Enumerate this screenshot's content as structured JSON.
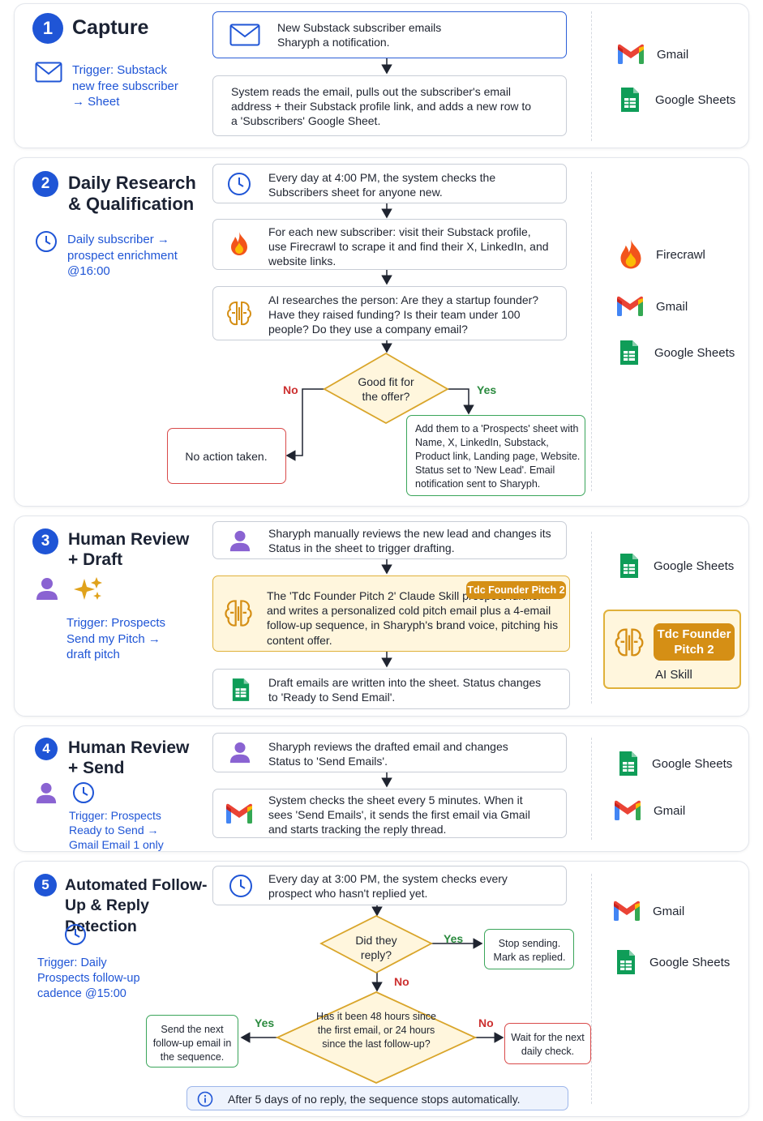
{
  "steps": {
    "s1": {
      "number": "1",
      "title": "Capture",
      "trigger": "Trigger: Substack new free subscriber → Sheet",
      "box1": "New Substack subscriber emails Sharyph a notification.",
      "box2": "System reads the email, pulls out the subscriber's email address + their Substack profile link, and adds a new row to a 'Subscribers' Google Sheet.",
      "tools": [
        "Gmail",
        "Google Sheets"
      ]
    },
    "s2": {
      "number": "2",
      "title": "Daily Research & Qualification",
      "trigger": "Daily subscriber → prospect enrichment @16:00",
      "box1": "Every day at 4:00 PM, the system checks the Subscribers sheet for anyone new.",
      "box2": "For each new subscriber: visit their Substack profile, use Firecrawl to scrape it and find their X, LinkedIn, and website links.",
      "box3": "AI researches the person: Are they a startup founder? Have they raised funding? Is their team under 100 people? Do they use a company email?",
      "decision": "Good fit for the offer?",
      "no_label": "No",
      "yes_label": "Yes",
      "no_box": "No action taken.",
      "yes_box": "Add them to a 'Prospects' sheet with Name, X, LinkedIn, Substack, Product link, Landing page, Website. Status set to 'New Lead'. Email notification sent to Sharyph.",
      "tools": [
        "Firecrawl",
        "Gmail",
        "Google Sheets"
      ]
    },
    "s3": {
      "number": "3",
      "title": "Human Review + Draft",
      "trigger": "Trigger: Prospects Send my Pitch → draft pitch",
      "box1": "Sharyph manually reviews the new lead and changes its Status in the sheet to trigger drafting.",
      "box2": "The 'Tdc Founder Pitch 2' Claude Skill prospect further and writes a personalized cold pitch email plus a 4-email follow-up sequence, in Sharyph's brand voice, pitching his content offer.",
      "badge": "Tdc Founder Pitch 2",
      "box3": "Draft emails are written into the sheet. Status changes to 'Ready to Send Email'.",
      "tools": [
        "Google Sheets"
      ],
      "skill_badge": "Tdc Founder Pitch 2",
      "skill_label": "AI Skill"
    },
    "s4": {
      "number": "4",
      "title": "Human Review + Send",
      "trigger": "Trigger: Prospects Ready to Send → Gmail Email 1 only",
      "box1": "Sharyph reviews the drafted email and changes Status to 'Send Emails'.",
      "box2": "System checks the sheet every 5 minutes. When it sees 'Send Emails', it sends the first email via Gmail and starts tracking the reply thread.",
      "tools": [
        "Google Sheets",
        "Gmail"
      ]
    },
    "s5": {
      "number": "5",
      "title": "Automated Follow-Up & Reply Detection",
      "trigger": "Trigger: Daily Prospects follow-up cadence @15:00",
      "box1": "Every day at 3:00 PM, the system checks every prospect who hasn't replied yet.",
      "decision1": "Did they reply?",
      "yes1": "Yes",
      "yes1_box": "Stop sending. Mark as replied.",
      "no1": "No",
      "decision2": "Has it been 48 hours since the first email, or 24 hours since the last follow-up?",
      "yes2": "Yes",
      "yes2_box": "Send the next follow-up email in the sequence.",
      "no2": "No",
      "no2_box": "Wait for the next daily check.",
      "note": "After 5 days of no reply, the sequence stops automatically.",
      "tools": [
        "Gmail",
        "Google Sheets"
      ]
    }
  },
  "colors": {
    "accent": "#1f55d6",
    "gold": "#e0b13a",
    "badge": "#d58f15",
    "yes": "#2a8a3e",
    "no": "#cc2f2f"
  },
  "icons": [
    "envelope-icon",
    "clock-icon",
    "fire-icon",
    "brain-icon",
    "person-icon",
    "sparkle-icon",
    "gmail-icon",
    "sheets-icon",
    "info-icon"
  ]
}
